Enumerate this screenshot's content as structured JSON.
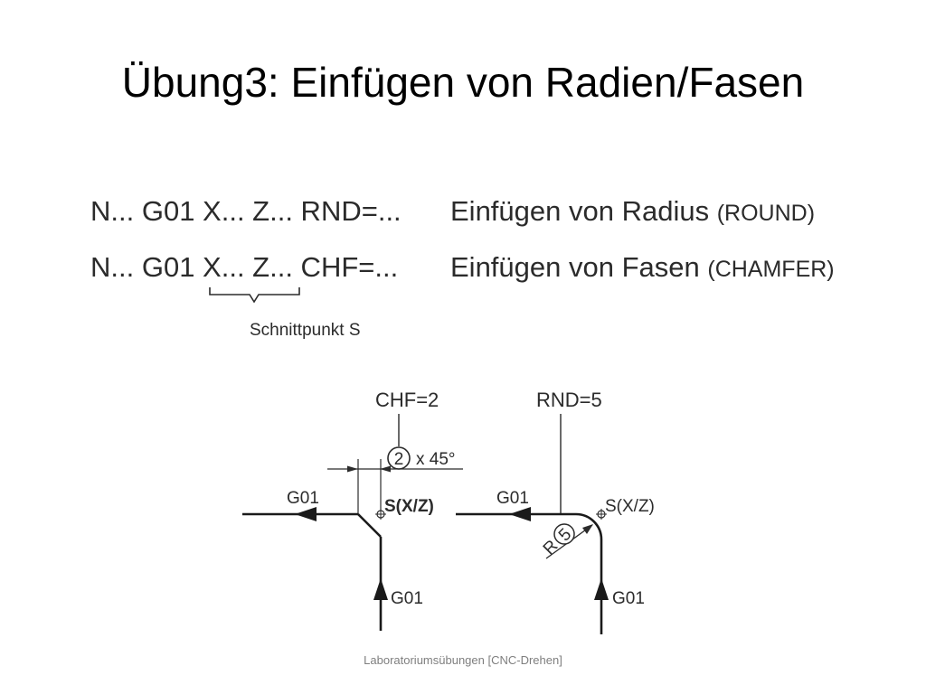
{
  "slide": {
    "title": "Übung3: Einfügen von Radien/Fasen",
    "footer": "Laboratoriumsübungen [CNC-Drehen]"
  },
  "syntax": {
    "rows": [
      {
        "code": "N... G01 X... Z... RND=...",
        "description": "Einfügen von Radius",
        "abbreviation": "(ROUND)"
      },
      {
        "code": "N... G01 X... Z... CHF=...",
        "description": "Einfügen von Fasen",
        "abbreviation": "(CHAMFER)"
      }
    ],
    "brace_label": "Schnittpunkt S"
  },
  "chamfer_diagram": {
    "header": "CHF=2",
    "dimension_number": "2",
    "dimension_suffix": "x 45°",
    "path_label_horizontal": "G01",
    "point_label": "S(X/Z)",
    "path_label_vertical": "G01"
  },
  "radius_diagram": {
    "header": "RND=5",
    "radius_prefix": "R",
    "radius_number": "5",
    "path_label_horizontal": "G01",
    "point_label": "S(X/Z)",
    "path_label_vertical": "G01"
  }
}
